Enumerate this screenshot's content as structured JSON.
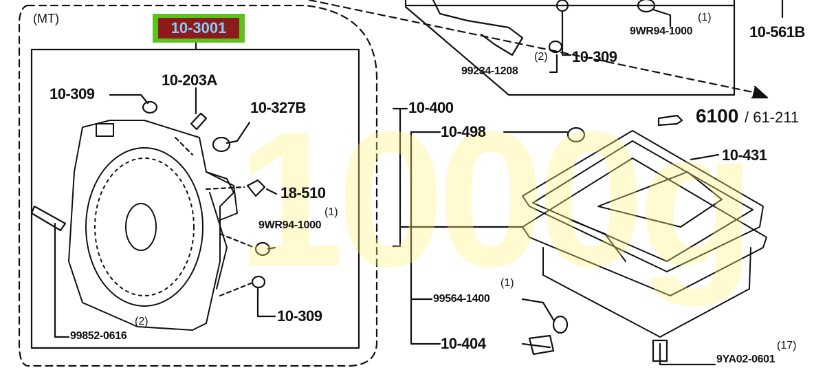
{
  "section_label": "(MT)",
  "highlight_tag": "10-3001",
  "watermark_text": "1000g",
  "labels": {
    "p_10_309_a": "10-309",
    "p_10_203a": "10-203A",
    "p_10_327b": "10-327B",
    "p_18_510": "18-510",
    "qty_9wr_a": "(1)",
    "p_9wr_a": "9WR94-1000",
    "p_10_309_b": "10-309",
    "qty_99852": "(2)",
    "p_99852": "99852-0616",
    "qty_9wr_top": "(1)",
    "p_9wr_top": "9WR94-1000",
    "p_10_561b": "10-561B",
    "qty_99234": "(2)",
    "p_99234": "99234-1208",
    "p_10_309_top": "10-309",
    "p_ref_main": "6100",
    "p_ref_sub": "/ 61-211",
    "p_10_400": "10-400",
    "p_10_498": "10-498",
    "p_10_431": "10-431",
    "qty_99564": "(1)",
    "p_99564": "99564-1400",
    "p_10_404": "10-404",
    "qty_9ya": "(17)",
    "p_9ya": "9YA02-0601"
  },
  "colors": {
    "tag_border": "#5ec21e",
    "tag_fill": "#8e1b1b",
    "tag_text": "#7fd0ff",
    "watermark": "#fff078"
  }
}
